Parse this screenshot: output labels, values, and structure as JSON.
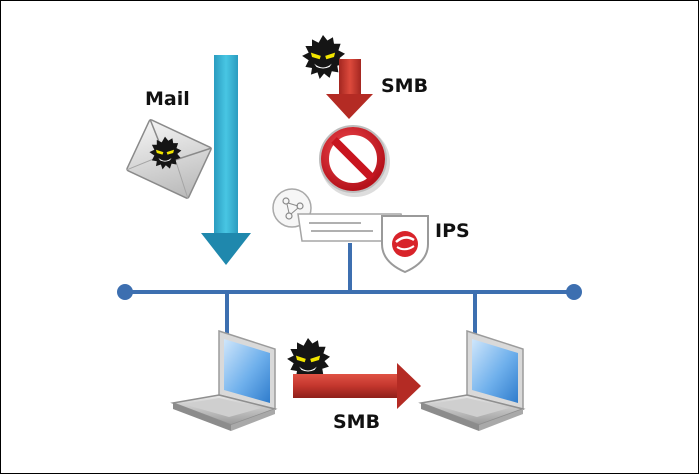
{
  "labels": {
    "mail": "Mail",
    "smb_top": "SMB",
    "ips": "IPS",
    "smb_bottom": "SMB"
  },
  "icons": [
    "malware-bug-icon",
    "envelope-icon",
    "prohibited-icon",
    "network-gateway-icon",
    "ips-shield-icon",
    "laptop-icon"
  ],
  "colors": {
    "network_line": "#3d6fb0",
    "mail_arrow": "#2ba5c8",
    "smb_arrow": "#c6362d",
    "block_sign": "#d4202a"
  }
}
